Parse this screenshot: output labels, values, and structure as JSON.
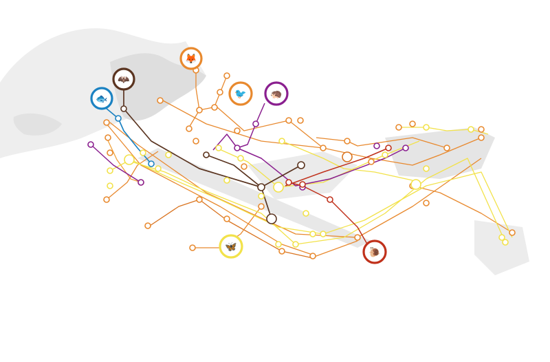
{
  "colors": {
    "background": "#ffffff",
    "land_light": "#ececec",
    "land_dark": "#dcdcdc",
    "orange": "#e8892e",
    "amber": "#f0a23c",
    "yellow": "#f2e24a",
    "purple": "#8a1f8f",
    "brown": "#5a3420",
    "red": "#c0311b",
    "blue": "#1b82c2",
    "dark_orange": "#d9731f"
  },
  "species": [
    {
      "id": "fish",
      "icon": "fish-icon",
      "color": "#1b82c2"
    },
    {
      "id": "bat",
      "icon": "bat-icon",
      "color": "#5a3420"
    },
    {
      "id": "fox",
      "icon": "fox-icon",
      "color": "#e8892e"
    },
    {
      "id": "bird",
      "icon": "bird-icon",
      "color": "#e8892e"
    },
    {
      "id": "hedgehog",
      "icon": "hedgehog-icon",
      "color": "#8a1f8f"
    },
    {
      "id": "butterfly",
      "icon": "butterfly-icon",
      "color": "#f2e24a"
    },
    {
      "id": "snail",
      "icon": "snail-icon",
      "color": "#c0311b"
    }
  ]
}
